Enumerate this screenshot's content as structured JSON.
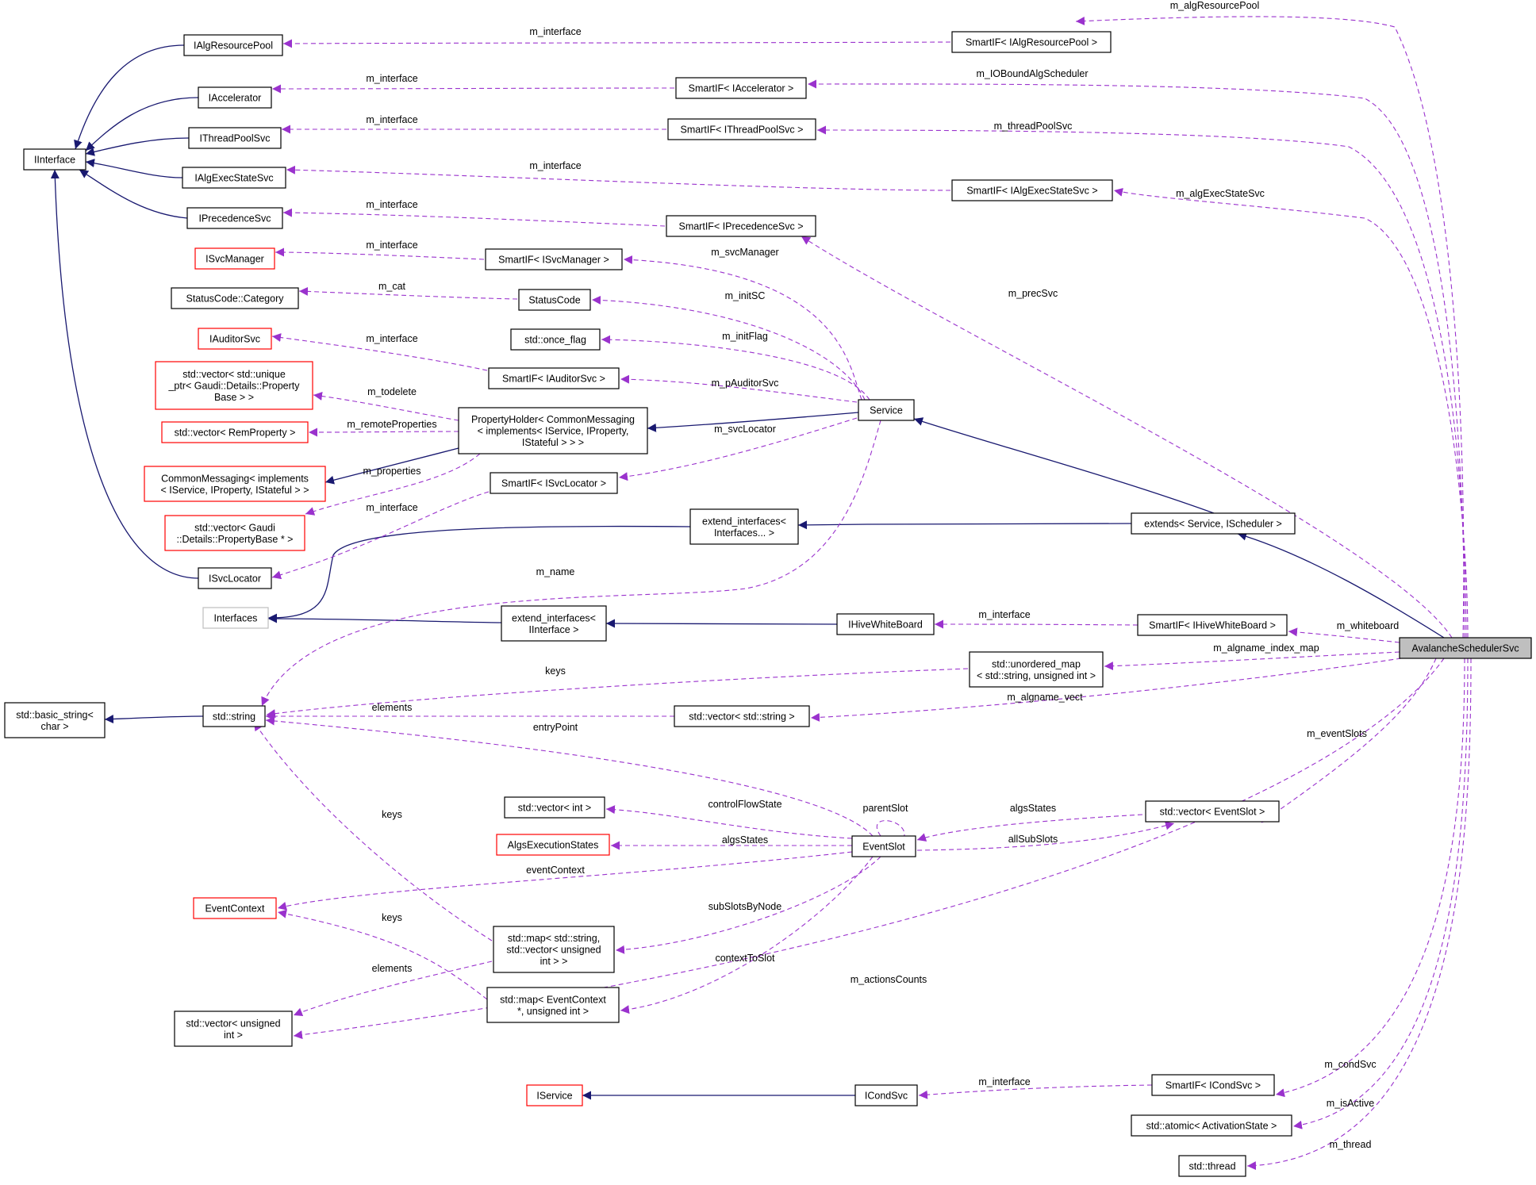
{
  "colors": {
    "background": "#ffffff",
    "inheritance_edge": "#191970",
    "usage_edge": "#9a32cd",
    "node_border": "#000000",
    "node_border_undocumented": "#ff0000",
    "node_border_external": "#bfbfbf",
    "focus_node_fill": "#bfbfbf"
  },
  "nodes": [
    {
      "id": "IAlgResourcePool",
      "lines": [
        "IAlgResourcePool"
      ],
      "style": "normal"
    },
    {
      "id": "IAccelerator",
      "lines": [
        "IAccelerator"
      ],
      "style": "normal"
    },
    {
      "id": "IThreadPoolSvc",
      "lines": [
        "IThreadPoolSvc"
      ],
      "style": "normal"
    },
    {
      "id": "IAlgExecStateSvc",
      "lines": [
        "IAlgExecStateSvc"
      ],
      "style": "normal"
    },
    {
      "id": "IPrecedenceSvc",
      "lines": [
        "IPrecedenceSvc"
      ],
      "style": "normal"
    },
    {
      "id": "IInterface",
      "lines": [
        "IInterface"
      ],
      "style": "normal"
    },
    {
      "id": "ISvcManager",
      "lines": [
        "ISvcManager"
      ],
      "style": "red"
    },
    {
      "id": "StatusCodeCategory",
      "lines": [
        "StatusCode::Category"
      ],
      "style": "normal"
    },
    {
      "id": "IAuditorSvc",
      "lines": [
        "IAuditorSvc"
      ],
      "style": "red"
    },
    {
      "id": "VecUniquePtr",
      "lines": [
        "std::vector< std::unique",
        "_ptr< Gaudi::Details::Property",
        "Base > >"
      ],
      "style": "red"
    },
    {
      "id": "VecRemProperty",
      "lines": [
        "std::vector< RemProperty >"
      ],
      "style": "red"
    },
    {
      "id": "CommonMessaging",
      "lines": [
        "CommonMessaging< implements",
        "< IService, IProperty, IStateful > >"
      ],
      "style": "red"
    },
    {
      "id": "VecPropertyBase",
      "lines": [
        "std::vector< Gaudi",
        "::Details::PropertyBase * >"
      ],
      "style": "red"
    },
    {
      "id": "ISvcLocator",
      "lines": [
        "ISvcLocator"
      ],
      "style": "normal"
    },
    {
      "id": "Interfaces",
      "lines": [
        "Interfaces"
      ],
      "style": "gray"
    },
    {
      "id": "BasicString",
      "lines": [
        "std::basic_string<",
        "char >"
      ],
      "style": "normal"
    },
    {
      "id": "StdString",
      "lines": [
        "std::string"
      ],
      "style": "normal"
    },
    {
      "id": "SmartIFAlgResourcePool",
      "lines": [
        "SmartIF< IAlgResourcePool >"
      ],
      "style": "normal"
    },
    {
      "id": "SmartIFAccelerator",
      "lines": [
        "SmartIF< IAccelerator >"
      ],
      "style": "normal"
    },
    {
      "id": "SmartIFThreadPoolSvc",
      "lines": [
        "SmartIF< IThreadPoolSvc >"
      ],
      "style": "normal"
    },
    {
      "id": "SmartIFAlgExecStateSvc",
      "lines": [
        "SmartIF< IAlgExecStateSvc >"
      ],
      "style": "normal"
    },
    {
      "id": "SmartIFPrecedenceSvc",
      "lines": [
        "SmartIF< IPrecedenceSvc >"
      ],
      "style": "normal"
    },
    {
      "id": "SmartIFSvcManager",
      "lines": [
        "SmartIF< ISvcManager >"
      ],
      "style": "normal"
    },
    {
      "id": "StatusCode",
      "lines": [
        "StatusCode"
      ],
      "style": "normal"
    },
    {
      "id": "OnceFlag",
      "lines": [
        "std::once_flag"
      ],
      "style": "normal"
    },
    {
      "id": "SmartIFAuditorSvc",
      "lines": [
        "SmartIF< IAuditorSvc >"
      ],
      "style": "normal"
    },
    {
      "id": "PropertyHolder",
      "lines": [
        "PropertyHolder< CommonMessaging",
        "< implements< IService, IProperty,",
        "IStateful > > >"
      ],
      "style": "normal"
    },
    {
      "id": "SmartIFSvcLocator",
      "lines": [
        "SmartIF< ISvcLocator >"
      ],
      "style": "normal"
    },
    {
      "id": "Service",
      "lines": [
        "Service"
      ],
      "style": "normal"
    },
    {
      "id": "ExtendInterfaces",
      "lines": [
        "extend_interfaces<",
        "Interfaces... >"
      ],
      "style": "normal"
    },
    {
      "id": "ExtendsService",
      "lines": [
        "extends< Service, IScheduler >"
      ],
      "style": "normal"
    },
    {
      "id": "ExtendIInterface",
      "lines": [
        "extend_interfaces<",
        "IInterface >"
      ],
      "style": "normal"
    },
    {
      "id": "IHiveWhiteBoard",
      "lines": [
        "IHiveWhiteBoard"
      ],
      "style": "normal"
    },
    {
      "id": "SmartIFHiveWhiteBoard",
      "lines": [
        "SmartIF< IHiveWhiteBoard >"
      ],
      "style": "normal"
    },
    {
      "id": "UnorderedMap",
      "lines": [
        "std::unordered_map",
        "< std::string, unsigned int >"
      ],
      "style": "normal"
    },
    {
      "id": "VecString",
      "lines": [
        "std::vector< std::string >"
      ],
      "style": "normal"
    },
    {
      "id": "AvalancheSchedulerSvc",
      "lines": [
        "AvalancheSchedulerSvc"
      ],
      "style": "focus"
    },
    {
      "id": "VecInt",
      "lines": [
        "std::vector< int >"
      ],
      "style": "normal"
    },
    {
      "id": "AlgsExecutionStates",
      "lines": [
        "AlgsExecutionStates"
      ],
      "style": "red"
    },
    {
      "id": "EventSlot",
      "lines": [
        "EventSlot"
      ],
      "style": "normal"
    },
    {
      "id": "VecEventSlot",
      "lines": [
        "std::vector< EventSlot >"
      ],
      "style": "normal"
    },
    {
      "id": "EventContext",
      "lines": [
        "EventContext"
      ],
      "style": "red"
    },
    {
      "id": "MapStringVec",
      "lines": [
        "std::map< std::string,",
        "std::vector< unsigned",
        "int > >"
      ],
      "style": "normal"
    },
    {
      "id": "MapEventContext",
      "lines": [
        "std::map< EventContext",
        "*, unsigned int >"
      ],
      "style": "normal"
    },
    {
      "id": "VecUnsigned",
      "lines": [
        "std::vector< unsigned",
        "int >"
      ],
      "style": "normal"
    },
    {
      "id": "IService",
      "lines": [
        "IService"
      ],
      "style": "red"
    },
    {
      "id": "ICondSvc",
      "lines": [
        "ICondSvc"
      ],
      "style": "normal"
    },
    {
      "id": "SmartIFCondSvc",
      "lines": [
        "SmartIF< ICondSvc >"
      ],
      "style": "normal"
    },
    {
      "id": "AtomicActivation",
      "lines": [
        "std::atomic< ActivationState >"
      ],
      "style": "normal"
    },
    {
      "id": "StdThread",
      "lines": [
        "std::thread"
      ],
      "style": "normal"
    }
  ],
  "inheritance_edges": [
    {
      "from": "IAlgResourcePool",
      "to": "IInterface"
    },
    {
      "from": "IAccelerator",
      "to": "IInterface"
    },
    {
      "from": "IThreadPoolSvc",
      "to": "IInterface"
    },
    {
      "from": "IAlgExecStateSvc",
      "to": "IInterface"
    },
    {
      "from": "IPrecedenceSvc",
      "to": "IInterface"
    },
    {
      "from": "ISvcLocator",
      "to": "IInterface"
    },
    {
      "from": "PropertyHolder",
      "to": "CommonMessaging"
    },
    {
      "from": "Service",
      "to": "PropertyHolder"
    },
    {
      "from": "ExtendsService",
      "to": "Service"
    },
    {
      "from": "ExtendsService",
      "to": "ExtendInterfaces"
    },
    {
      "from": "ExtendInterfaces",
      "to": "Interfaces"
    },
    {
      "from": "ExtendIInterface",
      "to": "Interfaces"
    },
    {
      "from": "IHiveWhiteBoard",
      "to": "ExtendIInterface"
    },
    {
      "from": "AvalancheSchedulerSvc",
      "to": "ExtendsService"
    },
    {
      "from": "StdString",
      "to": "BasicString"
    },
    {
      "from": "ICondSvc",
      "to": "IService"
    }
  ],
  "usage_edge_labels": [
    "m_interface",
    "m_algResourcePool",
    "m_IOBoundAlgScheduler",
    "m_threadPoolSvc",
    "m_algExecStateSvc",
    "m_precSvc",
    "m_svcManager",
    "m_cat",
    "m_initSC",
    "m_initFlag",
    "m_pAuditorSvc",
    "m_todelete",
    "m_remoteProperties",
    "m_properties",
    "m_svcLocator",
    "m_name",
    "m_whiteboard",
    "m_algname_index_map",
    "keys",
    "elements",
    "m_algname_vect",
    "entryPoint",
    "m_eventSlots",
    "parentSlot",
    "controlFlowState",
    "algsStates",
    "allSubSlots",
    "eventContext",
    "subSlotsByNode",
    "contextToSlot",
    "m_actionsCounts",
    "m_condSvc",
    "m_isActive",
    "m_thread"
  ]
}
